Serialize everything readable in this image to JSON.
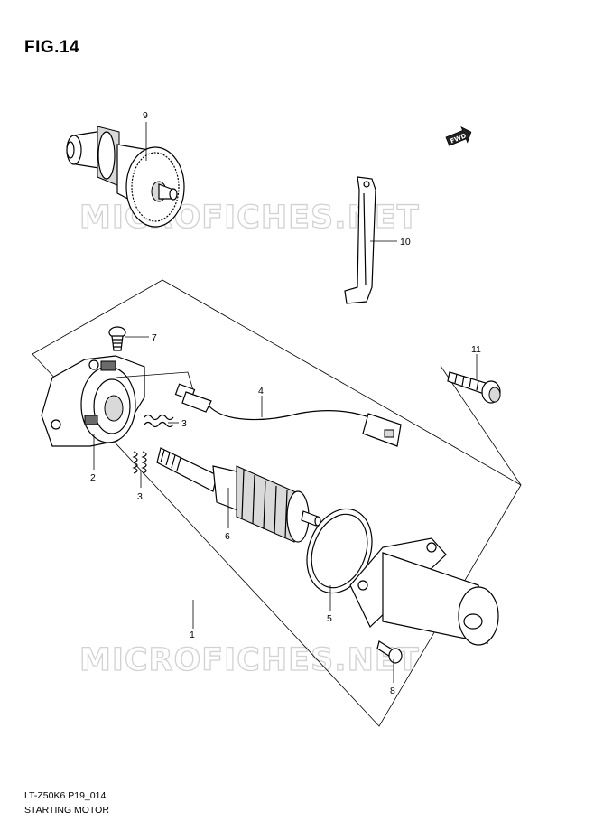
{
  "figure": {
    "title": "FIG.14",
    "code": "LT-Z50K6 P19_014",
    "caption": "STARTING MOTOR"
  },
  "watermark": "MICROFICHES.NET",
  "fwd_label": "FWD",
  "callouts": [
    {
      "id": "c9",
      "text": "9"
    },
    {
      "id": "c10",
      "text": "10"
    },
    {
      "id": "c7",
      "text": "7"
    },
    {
      "id": "c11",
      "text": "11"
    },
    {
      "id": "c4",
      "text": "4"
    },
    {
      "id": "c3a",
      "text": "3"
    },
    {
      "id": "c2",
      "text": "2"
    },
    {
      "id": "c3b",
      "text": "3"
    },
    {
      "id": "c6",
      "text": "6"
    },
    {
      "id": "c5",
      "text": "5"
    },
    {
      "id": "c1",
      "text": "1"
    },
    {
      "id": "c8",
      "text": "8"
    }
  ]
}
